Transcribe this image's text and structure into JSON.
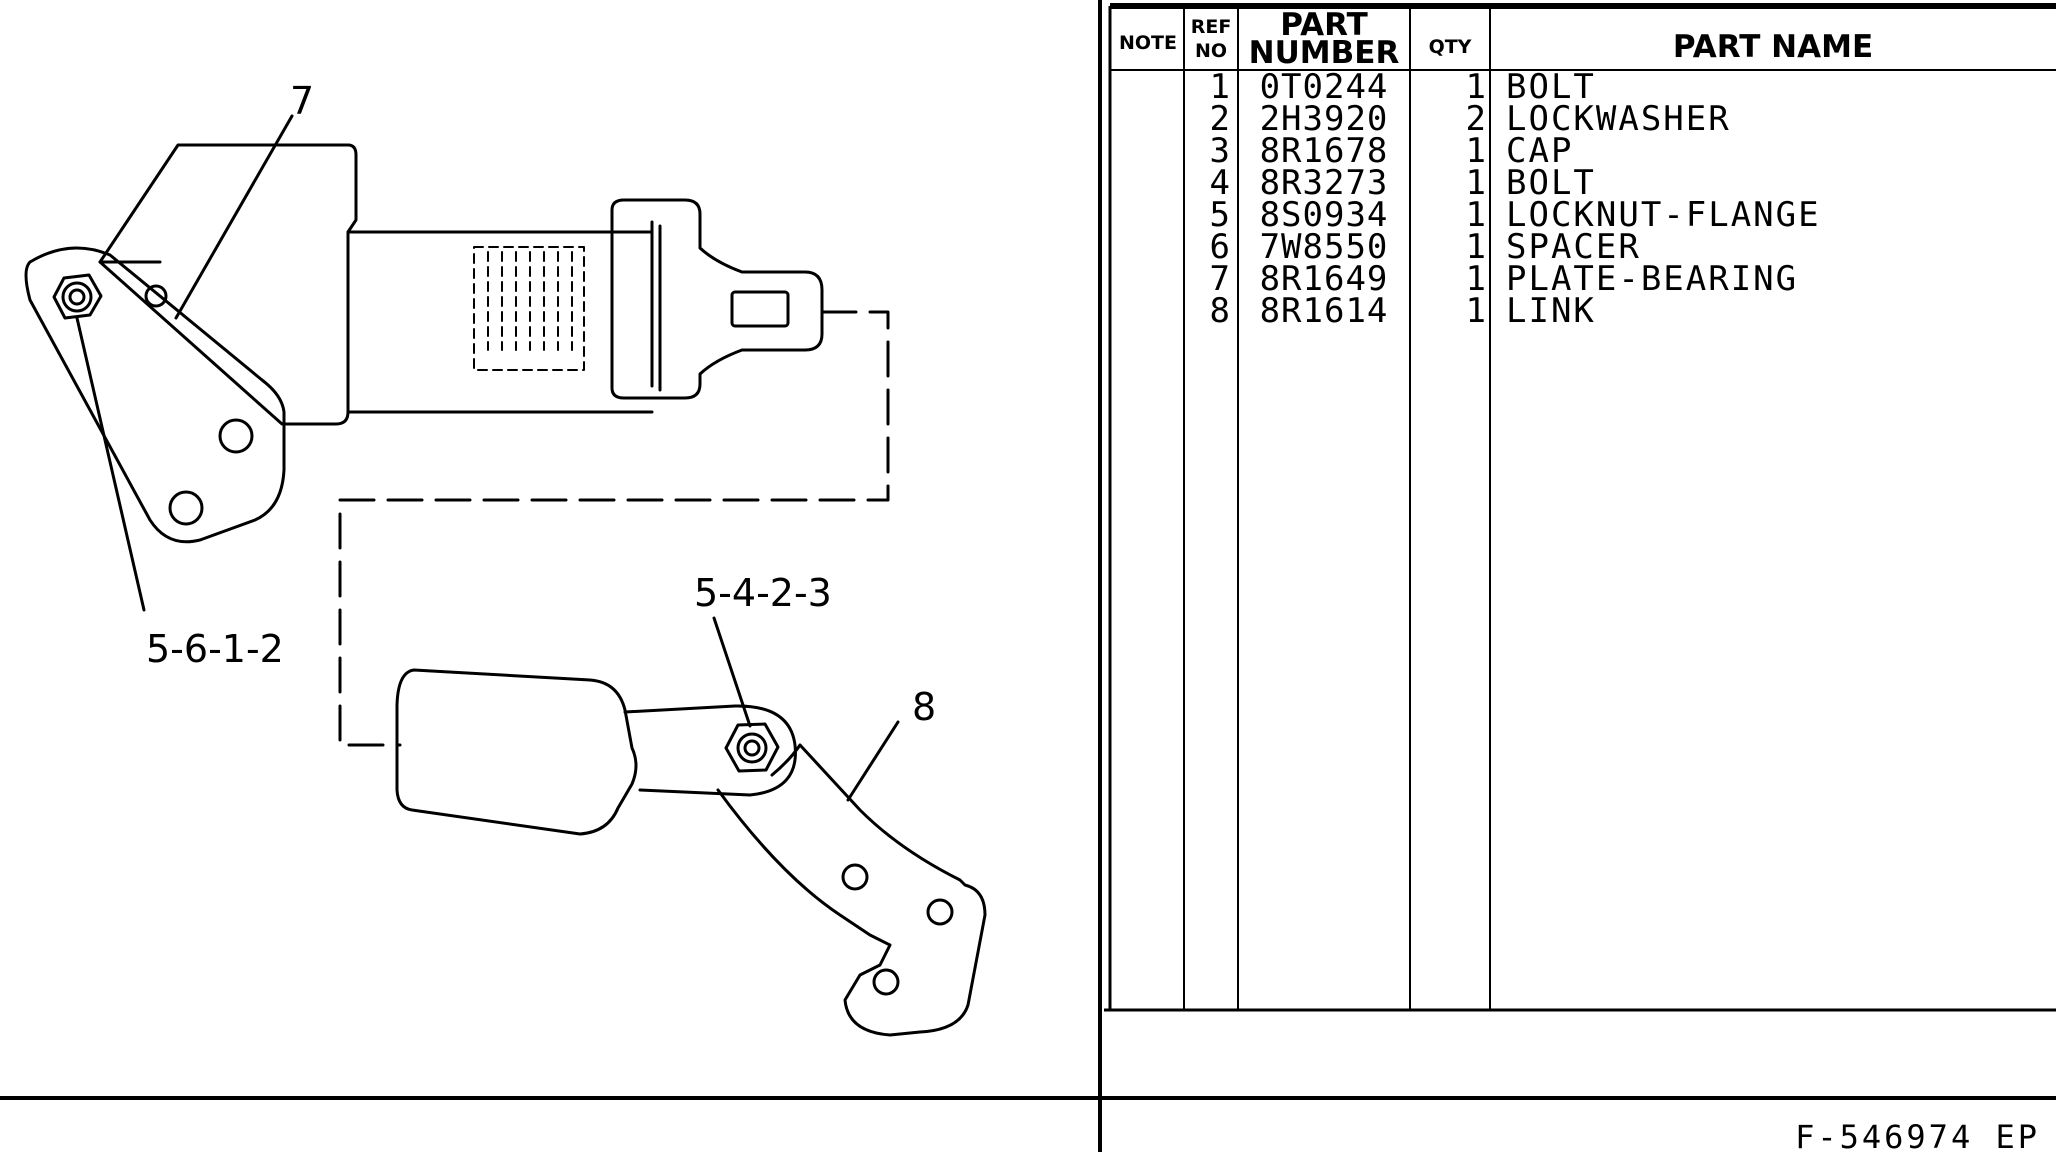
{
  "callouts": {
    "c7": "7",
    "c5612": "5-6-1-2",
    "c5423": "5-4-2-3",
    "c8": "8"
  },
  "table": {
    "headers": {
      "note": "NOTE",
      "ref_line1": "REF",
      "ref_line2": "NO",
      "part_line1": "PART",
      "part_line2": "NUMBER",
      "qty": "QTY",
      "name": "PART NAME"
    },
    "rows": [
      {
        "ref": "1",
        "part": "0T0244",
        "qty": "1",
        "name": "BOLT"
      },
      {
        "ref": "2",
        "part": "2H3920",
        "qty": "2",
        "name": "LOCKWASHER"
      },
      {
        "ref": "3",
        "part": "8R1678",
        "qty": "1",
        "name": "CAP"
      },
      {
        "ref": "4",
        "part": "8R3273",
        "qty": "1",
        "name": "BOLT"
      },
      {
        "ref": "5",
        "part": "8S0934",
        "qty": "1",
        "name": "LOCKNUT-FLANGE"
      },
      {
        "ref": "6",
        "part": "7W8550",
        "qty": "1",
        "name": "SPACER"
      },
      {
        "ref": "7",
        "part": "8R1649",
        "qty": "1",
        "name": "PLATE-BEARING"
      },
      {
        "ref": "8",
        "part": "8R1614",
        "qty": "1",
        "name": "LINK"
      }
    ]
  },
  "footer": {
    "doc_id": "F-546974 EP"
  }
}
